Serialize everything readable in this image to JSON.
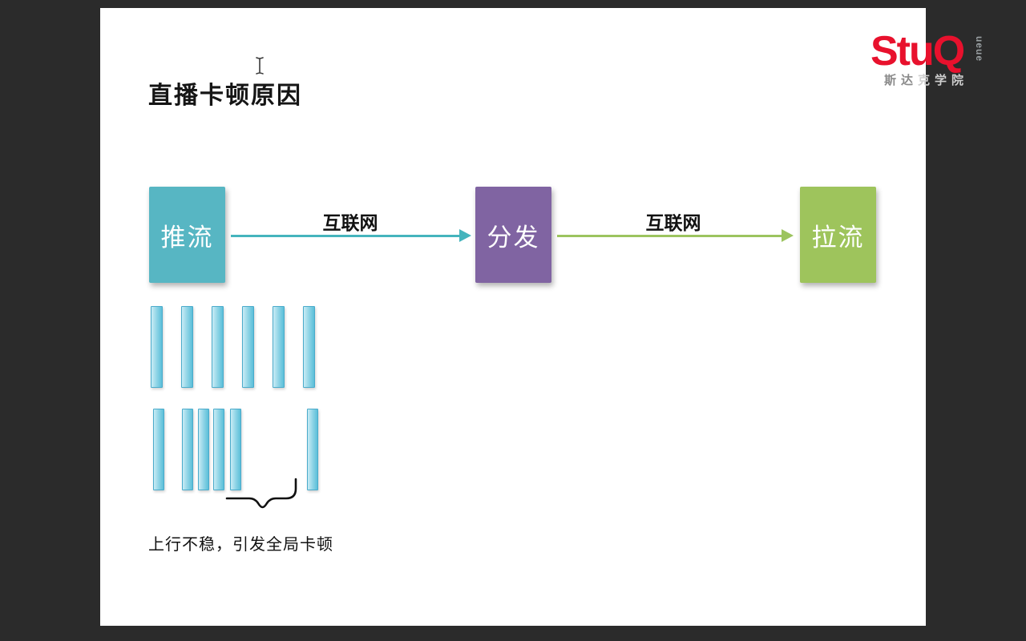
{
  "page": {
    "background_color": "#2b2b2b",
    "slide_background_color": "#ffffff"
  },
  "slide": {
    "title": "直播卡顿原因",
    "caption": "上行不稳，引发全局卡顿"
  },
  "logo": {
    "brand": "StuQ",
    "vertical_text": "ueue",
    "subtitle_left": "斯达",
    "subtitle_right": "克学院",
    "brand_color": "#e8112d"
  },
  "flow": {
    "nodes": [
      {
        "label": "推流",
        "color": "#57b6c3"
      },
      {
        "label": "分发",
        "color": "#8064a2"
      },
      {
        "label": "拉流",
        "color": "#9ec45c"
      }
    ],
    "edges": [
      {
        "label": "互联网",
        "color": "#45b4bd"
      },
      {
        "label": "互联网",
        "color": "#9cc45f"
      }
    ]
  },
  "bars": {
    "fill_light": "#c9ecf5",
    "fill_dark": "#5bbfd9",
    "border": "#4aabcb",
    "row1_offsets": [
      63,
      101,
      139,
      177,
      215,
      253
    ],
    "row1_width": 13,
    "row2_offsets": [
      66,
      102,
      122,
      141,
      162,
      258
    ],
    "row2_width": 12
  },
  "icons": {
    "cursor": "text-cursor-icon",
    "brace": "underbrace-icon"
  }
}
